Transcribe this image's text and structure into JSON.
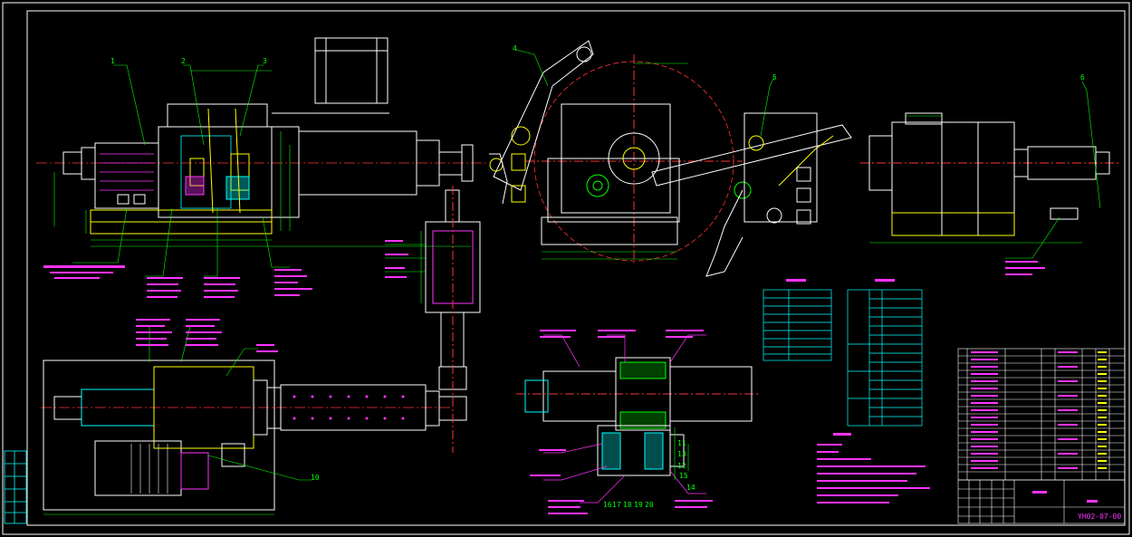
{
  "drawing": {
    "drawing_number": "YH02-07-00",
    "balloon_labels": [
      "1",
      "2",
      "3",
      "4",
      "5",
      "6",
      "10",
      "11",
      "12",
      "13",
      "14",
      "15",
      "16",
      "17",
      "18",
      "19",
      "20"
    ],
    "colors": {
      "background": "#000000",
      "frame": "#FFFFFF",
      "outline": "#FFFFFF",
      "centerline": "#FF3333",
      "dimension": "#00FF00",
      "annotation": "#FF33FF",
      "hatch": "#00FFFF",
      "table_line": "#00FFFF",
      "yellow": "#FFFF00",
      "green": "#00FF00"
    }
  }
}
